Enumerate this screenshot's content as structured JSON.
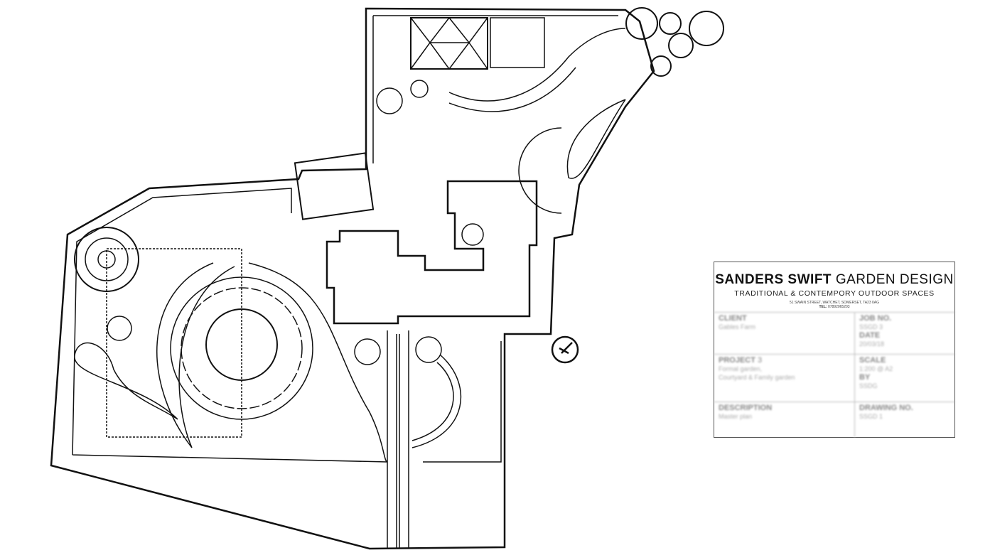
{
  "title_block": {
    "company_bold": "SANDERS SWIFT",
    "company_rest": "GARDEN DESIGN",
    "tagline": "TRADITIONAL & CONTEMPORY OUTDOOR SPACES",
    "address": "51 SWAIN STREET, WATCHET, SOMERSET, TA23 0AG",
    "tel_label": "TEL:",
    "tel": "07892065203",
    "client_label": "CLIENT",
    "client": "Gables Farm",
    "job_no_label": "JOB NO.",
    "job_no": "SSGD 3",
    "date_label": "DATE",
    "date": "20/03/18",
    "project_label": "PROJECT",
    "project_no": "3",
    "project_line1": "Formal garden,",
    "project_line2": "Courtyard & Family garden",
    "scale_label": "SCALE",
    "scale": "1:200 @ A2",
    "by_label": "BY",
    "by": "SSDG",
    "description_label": "DESCRIPTION",
    "description": "Master plan",
    "drawing_no_label": "DRAWING NO.",
    "drawing_no": "SSGD 1"
  },
  "colors": {
    "ink": "#111111",
    "paper": "#ffffff"
  }
}
